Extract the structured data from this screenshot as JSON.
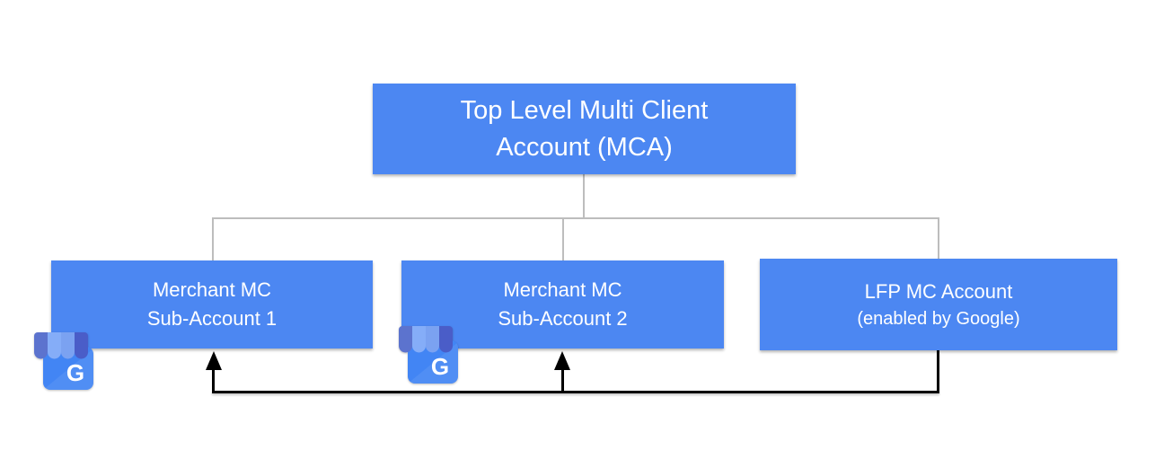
{
  "nodes": {
    "mca": {
      "line1": "Top Level Multi Client",
      "line2": "Account (MCA)"
    },
    "sub1": {
      "line1": "Merchant MC",
      "line2": "Sub-Account 1"
    },
    "sub2": {
      "line1": "Merchant MC",
      "line2": "Sub-Account 2"
    },
    "lfp": {
      "line1": "LFP MC Account",
      "line2": "(enabled by Google)"
    }
  },
  "icons": {
    "business": {
      "name": "google-my-business-icon",
      "letter": "G"
    }
  },
  "colors": {
    "node_fill": "#4C87F2",
    "node_text": "#FFFFFF",
    "tree_connector": "#BDBDBD",
    "feed_arrow": "#000000",
    "background": "#FFFFFF",
    "gmb_body": "#4285F4",
    "gmb_awning_dark": "#4A5DC8",
    "gmb_awning_medium": "#5C73CE",
    "gmb_awning_light": "#85ADF8",
    "gmb_awning_light2": "#7BA2F1",
    "gmb_letter": "#FFFFFF"
  }
}
